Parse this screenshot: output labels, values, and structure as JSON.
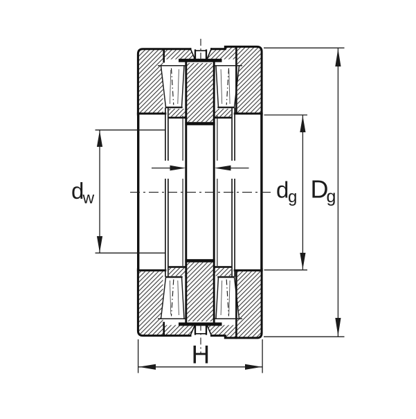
{
  "page": {
    "background": "#ffffff"
  },
  "drawing": {
    "line_color": "#1c1c1c",
    "hatch_color": "#2c2c2c",
    "labels": {
      "dw": {
        "base": "d",
        "sub": "w"
      },
      "dg": {
        "base": "d",
        "sub": "g"
      },
      "Dg": {
        "base": "D",
        "sub": "g"
      },
      "H": {
        "base": "H"
      }
    }
  }
}
